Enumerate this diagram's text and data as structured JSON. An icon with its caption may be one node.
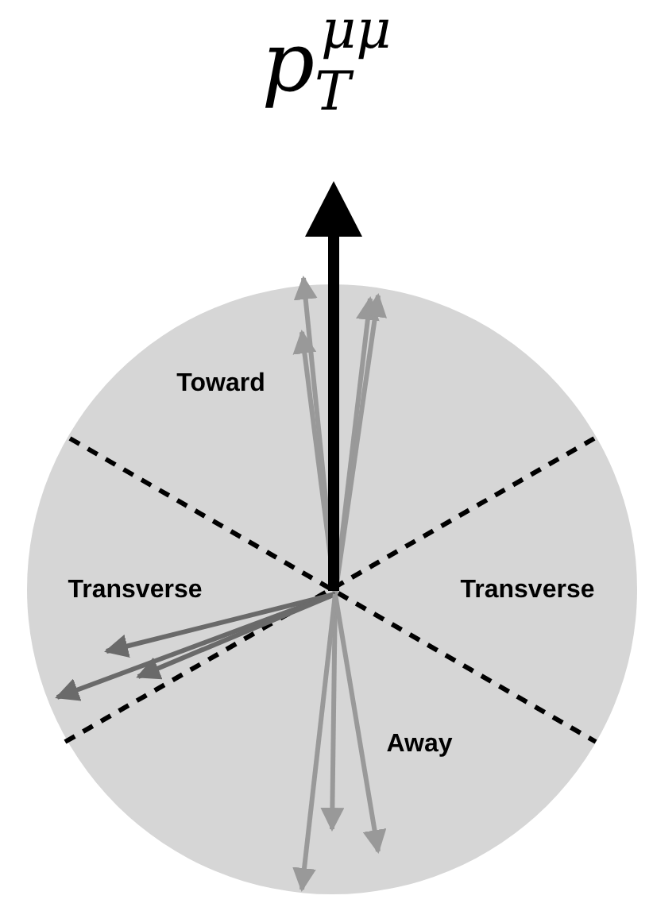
{
  "diagram": {
    "title": "p$_{T}$$^{μμ}$",
    "labels": [
      "Toward",
      "Transverse",
      "Transverse",
      "Away"
    ]
  }
}
